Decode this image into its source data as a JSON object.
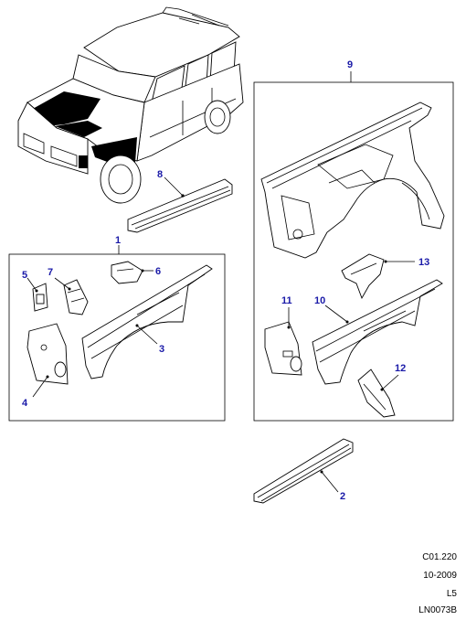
{
  "callouts": {
    "c1": "1",
    "c2": "2",
    "c3": "3",
    "c4": "4",
    "c5": "5",
    "c6": "6",
    "c7": "7",
    "c8": "8",
    "c9": "9",
    "c10": "10",
    "c11": "11",
    "c12": "12",
    "c13": "13"
  },
  "footer": {
    "code": "C01.220",
    "date": "10-2009",
    "level": "L5",
    "ref": "LN0073B"
  },
  "colors": {
    "callout": "#1a1aa8",
    "line": "#000000"
  }
}
